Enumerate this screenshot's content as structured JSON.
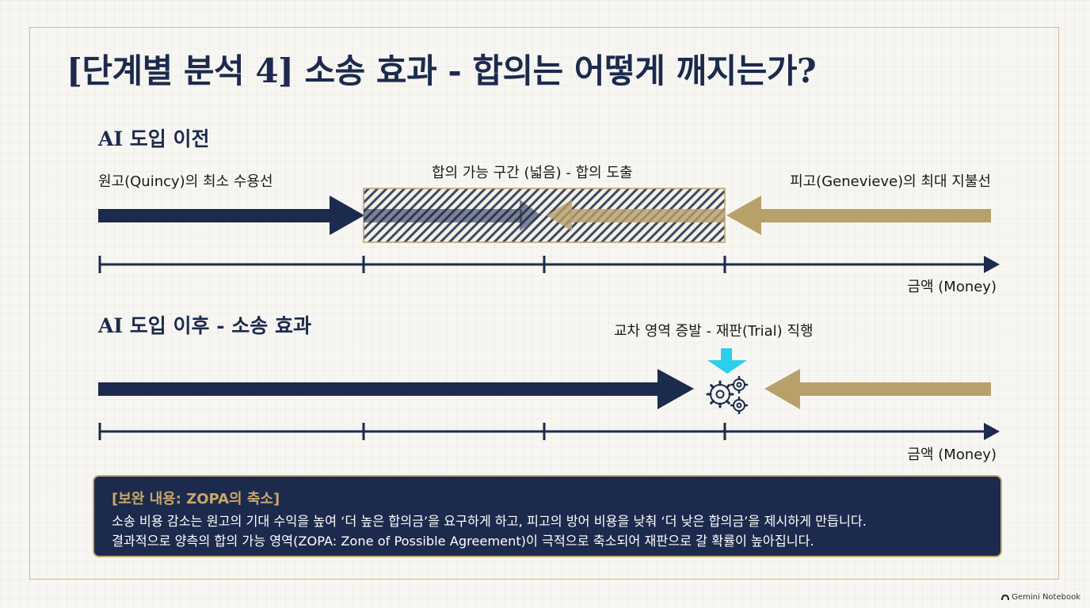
{
  "title": "[단계별 분석 4] 소송 효과 - 합의는 어떻게 깨지는가?",
  "before": {
    "heading": "AI 도입 이전",
    "plaintiff_label": "원고(Quincy)의 최소 수용선",
    "zopa_label": "합의 가능 구간 (넓음) - 합의 도출",
    "defendant_label": "피고(Genevieve)의 최대 지불선",
    "axis_label": "금액 (Money)"
  },
  "after": {
    "heading": "AI 도입 이후 - 소송 효과",
    "trial_label": "교차 영역 증발 - 재판(Trial) 직행",
    "axis_label": "금액 (Money)"
  },
  "note": {
    "title": "[보완 내용: ZOPA의 축소]",
    "line1": "소송 비용 감소는 원고의 기대 수익을 높여 ‘더 높은 합의금’을 요구하게 하고, 피고의 방어 비용을 낮춰 ‘더 낮은 합의금’을 제시하게 만듭니다.",
    "line2": "결과적으로 양측의 합의 가능 영역(ZOPA: Zone of Possible Agreement)이 극적으로 축소되어 재판으로 갈 확률이 높아집니다."
  },
  "brand": "Gemini Notebook",
  "icons": {
    "trial": "gears-icon",
    "down": "down-arrow-icon",
    "brand": "gemini-logo-icon"
  },
  "colors": {
    "navy": "#1c2a4d",
    "gold": "#b8a06a",
    "cyan": "#2bcfee",
    "frame": "#d2c08d"
  }
}
